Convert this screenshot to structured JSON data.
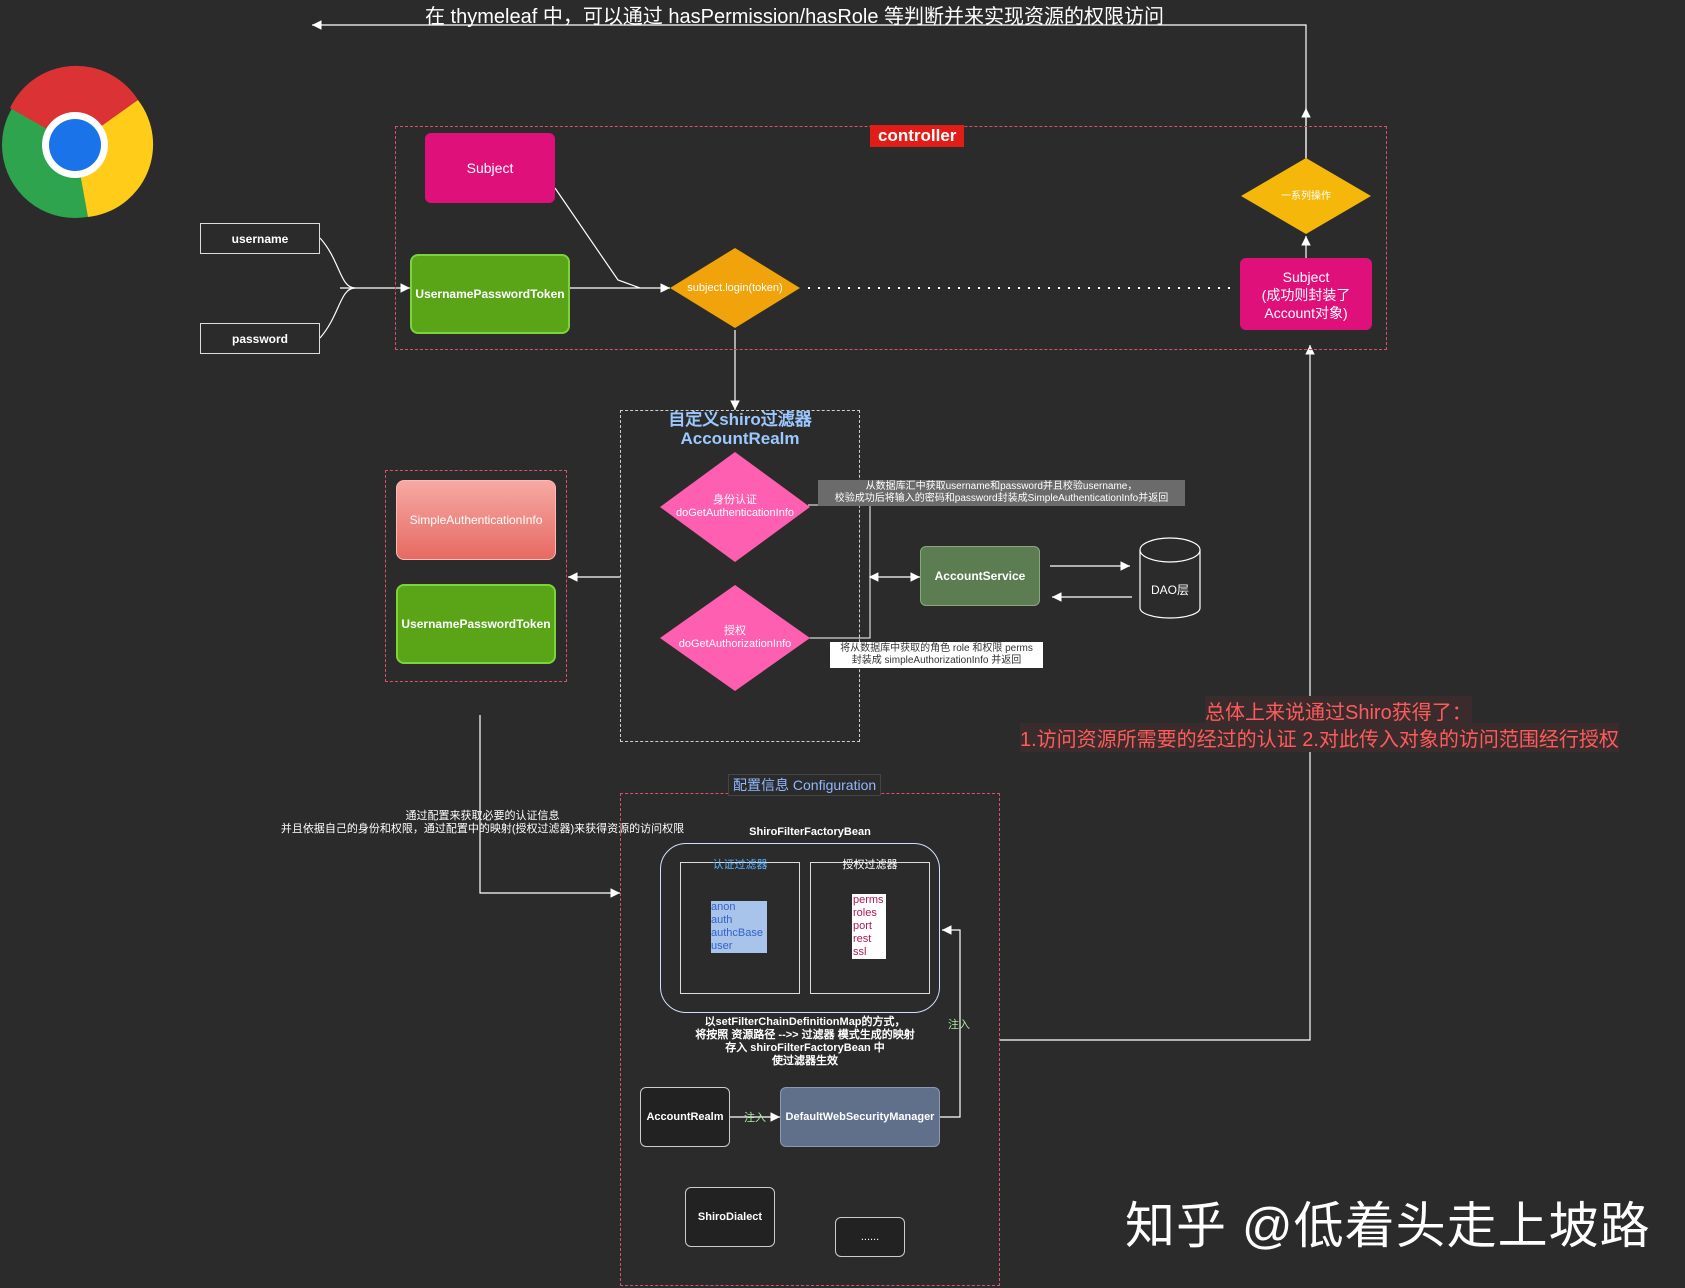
{
  "header": {
    "top_text": "在 thymeleaf 中，可以通过 hasPermission/hasRole 等判断并来实现资源的权限访问"
  },
  "controller": {
    "label": "controller",
    "subject_top": "Subject",
    "token": "UsernamePasswordToken",
    "login": "subject.login(token)",
    "subject_result_line1": "Subject",
    "subject_result_line2": "(成功则封装了",
    "subject_result_line3": "Account对象)",
    "series_ops": "一系列操作"
  },
  "inputs": {
    "username": "username",
    "password": "password"
  },
  "realm": {
    "title_line1": "自定义shiro过滤器",
    "title_line2": "AccountRealm",
    "authn_line1": "身份认证",
    "authn_line2": "doGetAuthenticationInfo",
    "authz_line1": "授权",
    "authz_line2": "doGetAuthorizationInfo",
    "authn_note_line1": "从数据库汇中获取username和password并且校验username，",
    "authn_note_line2": "校验成功后将输入的密码和password封装成SimpleAuthenticationInfo并返回",
    "authz_note_line1": "将从数据库中获取的角色 role 和权限 perms",
    "authz_note_line2": "封装成 simpleAuthorizationInfo 并返回"
  },
  "left_group": {
    "simple_info": "SimpleAuthenticationInfo",
    "token": "UsernamePasswordToken"
  },
  "service": {
    "account_service": "AccountService",
    "dao": "DAO层"
  },
  "summary": {
    "line1": "总体上来说通过Shiro获得了：",
    "line2": "1.访问资源所需要的经过的认证  2.对此传入对象的访问范围经行授权"
  },
  "config": {
    "title": "配置信息 Configuration",
    "factory": "ShiroFilterFactoryBean",
    "authn_filter": "认证过滤器",
    "authz_filter": "授权过滤器",
    "authn_items": [
      "anon",
      "auth",
      "authcBase",
      "user"
    ],
    "authz_items": [
      "perms",
      "roles",
      "port",
      "rest",
      "ssl"
    ],
    "desc_line1": "以setFilterChainDefinitionMap的方式，",
    "desc_line2": "将按照   资源路径 -->> 过滤器  模式生成的映射",
    "desc_line3": "存入 shiroFilterFactoryBean 中",
    "desc_line4": "使过滤器生效",
    "account_realm": "AccountRealm",
    "inject1": "注入",
    "inject2": "注入",
    "security_manager": "DefaultWebSecurityManager",
    "dialect": "ShiroDialect",
    "more": "......"
  },
  "left_note": {
    "line1": "通过配置来获取必要的认证信息",
    "line2": "并且依据自己的身份和权限，通过配置中的映射(授权过滤器)来获得资源的访问权限"
  },
  "watermark": "知乎 @低着头走上坡路",
  "colors": {
    "background": "#2b2b2b",
    "pink": "#e0107a",
    "green": "#5aa417",
    "orange": "#f0a30a",
    "hot_pink": "#ff5fb0",
    "red_label": "#e21d17"
  }
}
